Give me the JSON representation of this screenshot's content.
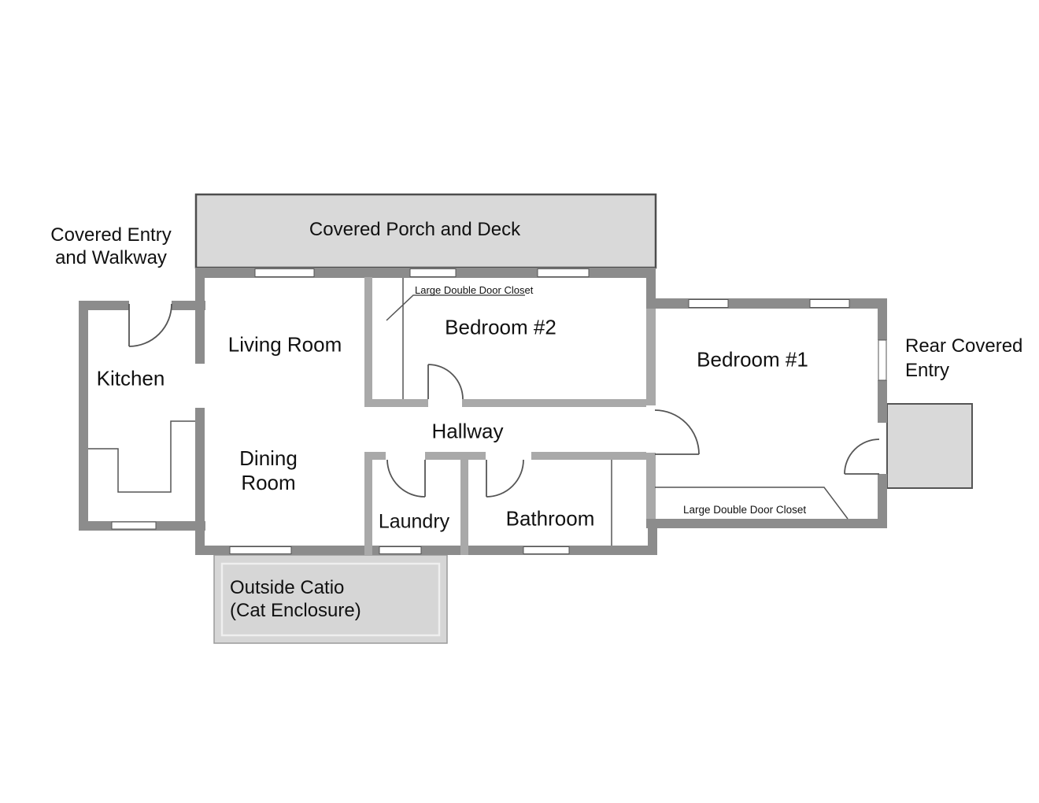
{
  "diagram": {
    "type": "floor-plan",
    "colors": {
      "outer_wall": "#8c8c8c",
      "interior_wall": "#a9a9a9",
      "area_fill": "#d9d9d9",
      "outline": "#555555",
      "background": "#ffffff",
      "text": "#111111"
    },
    "areas": {
      "covered_entry": "Covered Entry\nand Walkway",
      "porch": "Covered Porch and Deck",
      "rear_entry": "Rear Covered\nEntry",
      "catio": "Outside Catio\n(Cat Enclosure)"
    },
    "rooms": {
      "living": "Living Room",
      "kitchen": "Kitchen",
      "dining": "Dining\nRoom",
      "hallway": "Hallway",
      "laundry": "Laundry",
      "bathroom": "Bathroom",
      "bedroom2": "Bedroom #2",
      "bedroom1": "Bedroom #1"
    },
    "features": {
      "closet_bedroom2": "Large Double Door Closet",
      "closet_bedroom1": "Large Double Door Closet"
    }
  }
}
